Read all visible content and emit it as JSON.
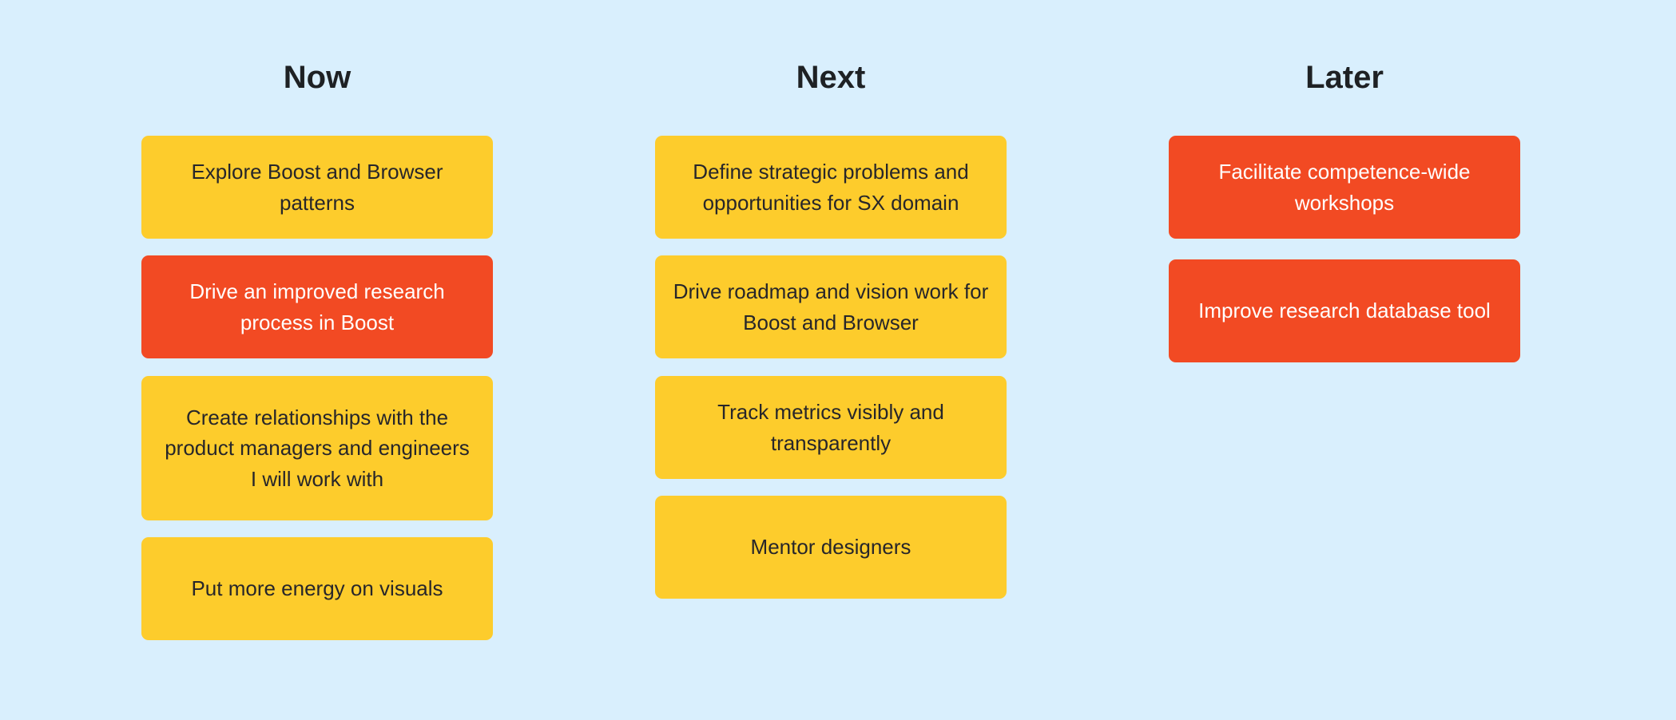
{
  "board": {
    "background": "#D9EFFD",
    "card_colors": {
      "yellow": "#FDCC2C",
      "red": "#F24A23"
    },
    "columns": [
      {
        "title": "Now",
        "cards": [
          {
            "text": "Explore Boost and Browser patterns",
            "color": "yellow"
          },
          {
            "text": "Drive an improved research process in Boost",
            "color": "red"
          },
          {
            "text": "Create relationships with the product managers and engineers I will work with",
            "color": "yellow"
          },
          {
            "text": "Put more energy on visuals",
            "color": "yellow"
          }
        ]
      },
      {
        "title": "Next",
        "cards": [
          {
            "text": "Define strategic problems and opportunities for SX domain",
            "color": "yellow"
          },
          {
            "text": "Drive roadmap and vision work for Boost and Browser",
            "color": "yellow"
          },
          {
            "text": "Track metrics visibly and transparently",
            "color": "yellow"
          },
          {
            "text": "Mentor designers",
            "color": "yellow"
          }
        ]
      },
      {
        "title": "Later",
        "cards": [
          {
            "text": "Facilitate competence-wide workshops",
            "color": "red"
          },
          {
            "text": "Improve research database tool",
            "color": "red"
          }
        ]
      }
    ]
  }
}
